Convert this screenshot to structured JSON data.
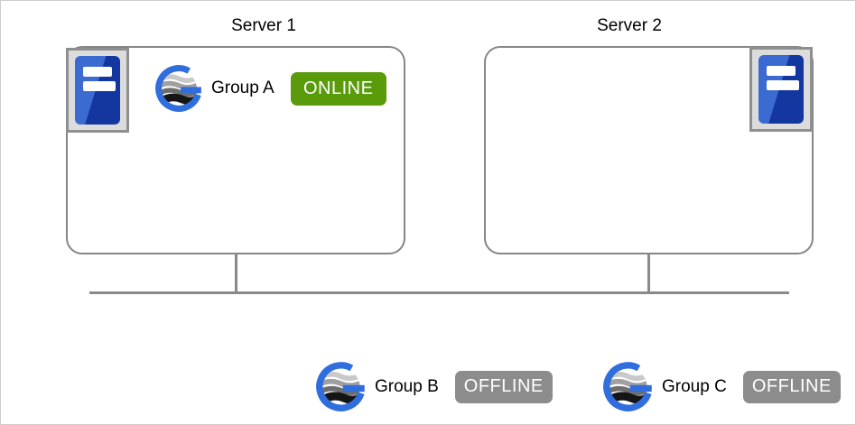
{
  "server1": {
    "title": "Server 1",
    "group": {
      "label": "Group A",
      "status": "ONLINE"
    }
  },
  "server2": {
    "title": "Server 2"
  },
  "offline_groups": [
    {
      "label": "Group B",
      "status": "OFFLINE"
    },
    {
      "label": "Group C",
      "status": "OFFLINE"
    }
  ],
  "icons": {
    "server": "server-icon",
    "group": "availability-group-globe-icon"
  },
  "colors": {
    "online_badge": "#5a9b0b",
    "offline_badge": "#8c8c8c",
    "connector_line": "#8a8a8a",
    "box_border": "#868686",
    "logo_blue": "#306ddd",
    "server_icon_blue_light": "#3b6ad1",
    "server_icon_blue_dark": "#13379f",
    "server_icon_frame": "#8f8f8f"
  }
}
